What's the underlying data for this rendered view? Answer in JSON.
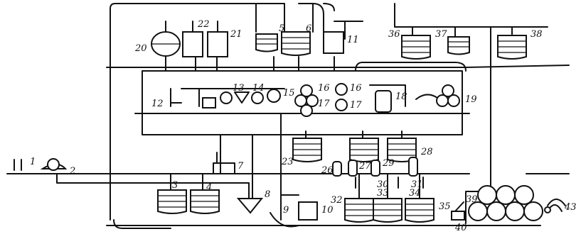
{
  "diagram": {
    "ink_color": "#111111",
    "background": "#ffffff",
    "labels": {
      "l1": "1",
      "l2": "2",
      "l3": "3",
      "l4": "4",
      "l5": "5",
      "l6": "6",
      "l7": "7",
      "l8": "8",
      "l9": "9",
      "l10": "10",
      "l11": "11",
      "l12": "12",
      "l13": "13",
      "l14": "14",
      "l15": "15",
      "l16a": "16",
      "l16b": "16",
      "l17a": "17",
      "l17b": "17",
      "l18": "18",
      "l19": "19",
      "l20": "20",
      "l21": "21",
      "l22": "22",
      "l23": "23",
      "l26": "26",
      "l27": "27",
      "l28": "28",
      "l29": "29",
      "l30": "30",
      "l31": "31",
      "l32": "32",
      "l33": "33",
      "l34": "34",
      "l35": "35",
      "l36": "36",
      "l37": "37",
      "l38": "38",
      "l39": "39",
      "l40": "40",
      "l43": "43"
    }
  }
}
